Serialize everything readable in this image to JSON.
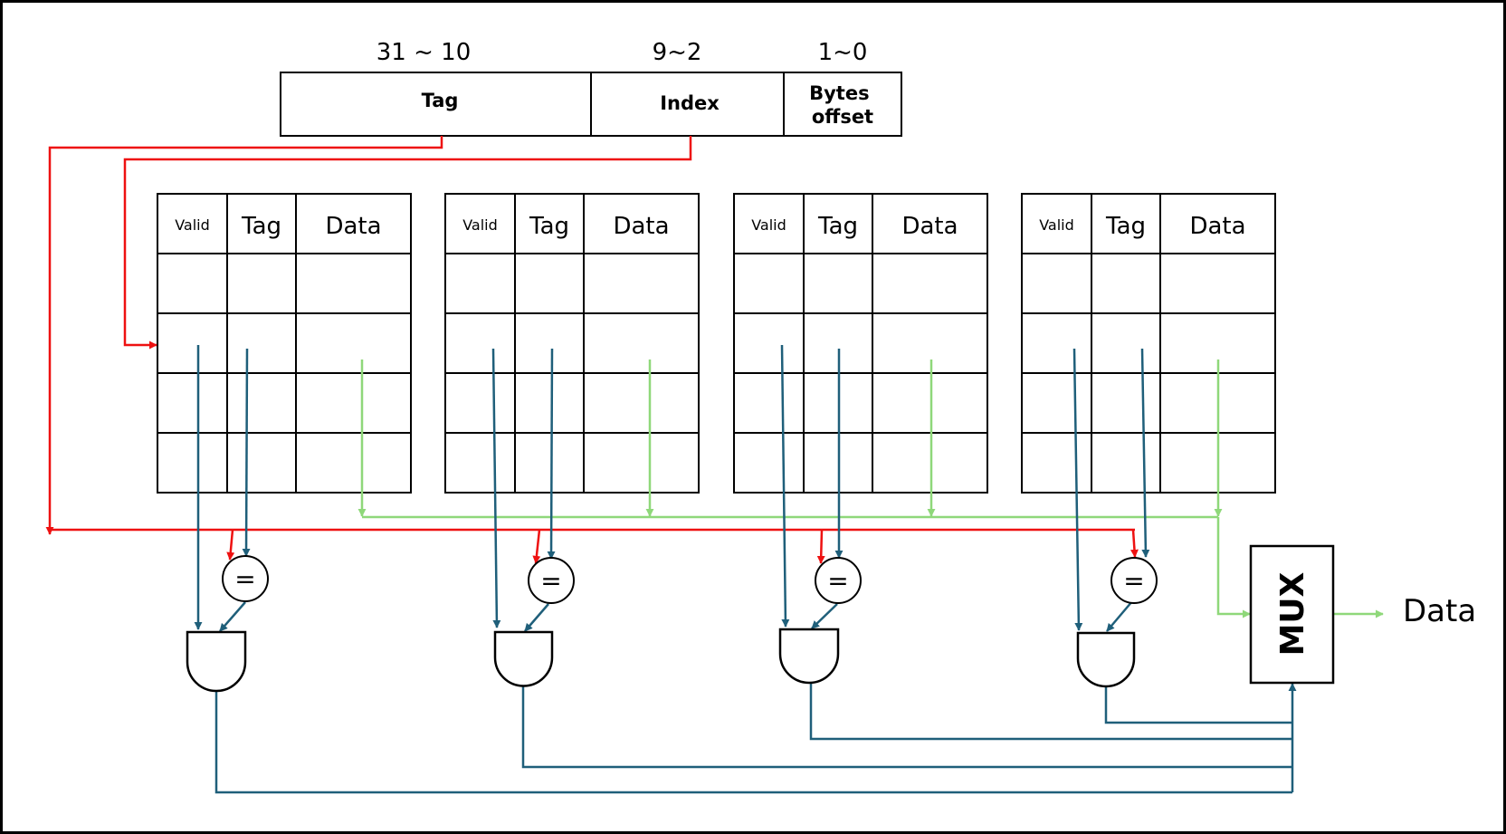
{
  "address": {
    "bit_ranges": [
      "31 ~ 10",
      "9~2",
      "1~0"
    ],
    "fields": [
      "Tag",
      "Index",
      "Bytes offset"
    ]
  },
  "way_table": {
    "headers": [
      "Valid",
      "Tag",
      "Data"
    ],
    "way_count": 4,
    "rows": 4
  },
  "comparator_symbol": "=",
  "mux_label": "MUX",
  "output_label": "Data",
  "colors": {
    "address_path": "#ee1111",
    "control_path": "#1f5f7a",
    "data_path": "#8fd87a",
    "outline": "#000000"
  }
}
